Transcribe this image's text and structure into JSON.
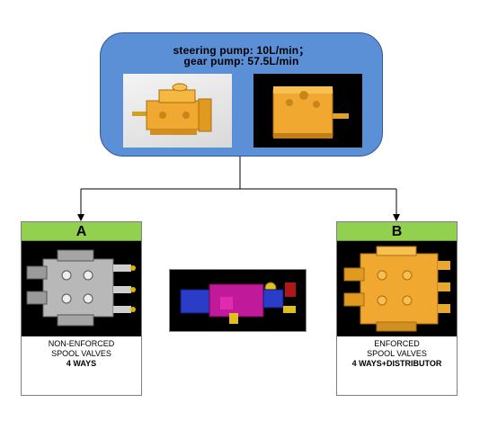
{
  "pump_box": {
    "line1": "steering pump: 10L/min；",
    "line2": "gear pump: 57.5L/min"
  },
  "panel_a": {
    "header": "A",
    "text_line1": "NON-ENFORCED",
    "text_line2": "SPOOL VALVES",
    "text_line3": "4 WAYS"
  },
  "panel_b": {
    "header": "B",
    "text_line1": "ENFORCED",
    "text_line2": "SPOOL VALVES",
    "text_line3": "4 WAYS+DISTRIBUTOR"
  },
  "colors": {
    "box_fill": "#5b8fd6",
    "header_fill": "#92d050",
    "part_color": "#f0a830"
  }
}
